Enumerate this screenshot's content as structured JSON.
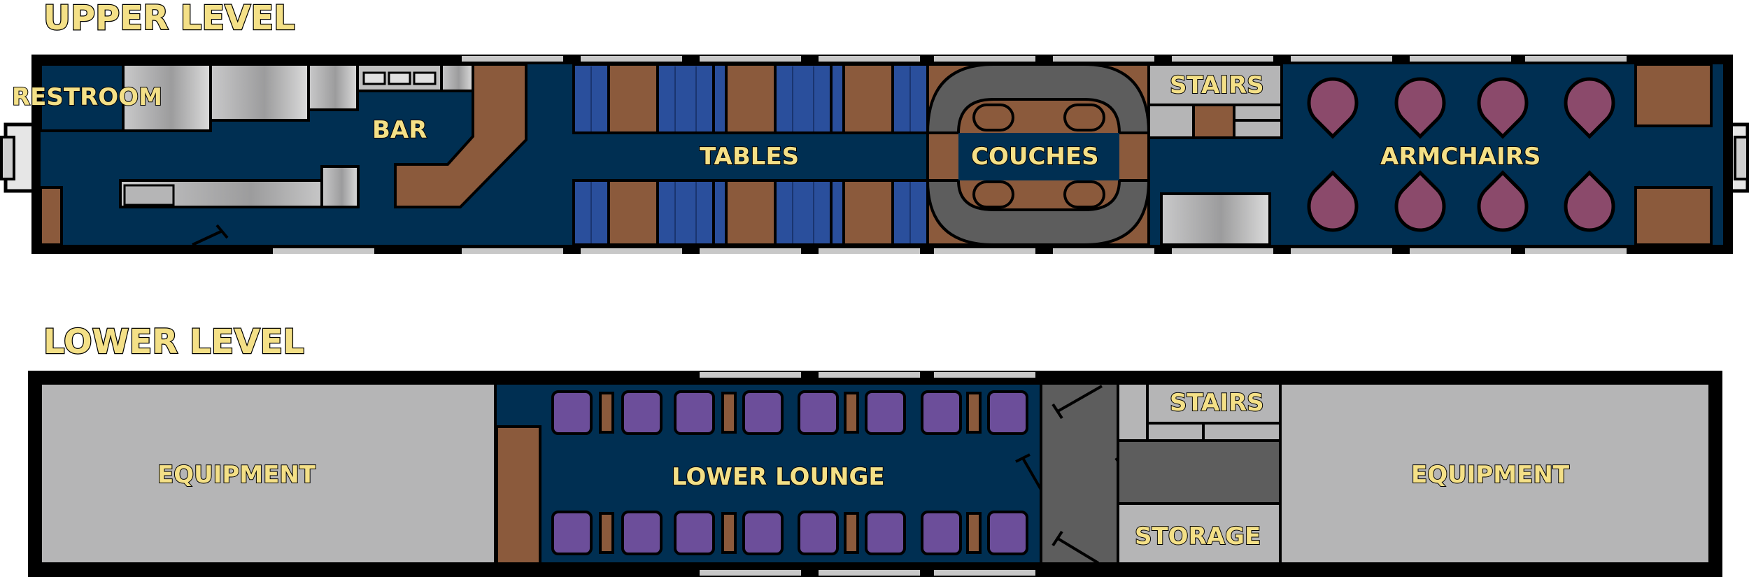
{
  "upper": {
    "title": "UPPER LEVEL",
    "labels": {
      "restroom": "RESTROOM",
      "bar": "BAR",
      "tables": "TABLES",
      "couches": "COUCHES",
      "stairs": "STAIRS",
      "armchairs": "ARMCHAIRS"
    }
  },
  "lower": {
    "title": "LOWER LEVEL",
    "labels": {
      "equipment_left": "EQUIPMENT",
      "lounge": "LOWER LOUNGE",
      "stairs": "STAIRS",
      "storage": "STORAGE",
      "equipment_right": "EQUIPMENT"
    }
  },
  "colors": {
    "floor": "#002f52",
    "wood": "#8b5a3c",
    "seat_blue": "#2a4f9c",
    "gray_dark": "#5d5d5d",
    "gray_light": "#b5b5b6",
    "armchair": "#8b4a6b",
    "lounge_chair": "#6c4e9a",
    "label": "#f4e087"
  }
}
